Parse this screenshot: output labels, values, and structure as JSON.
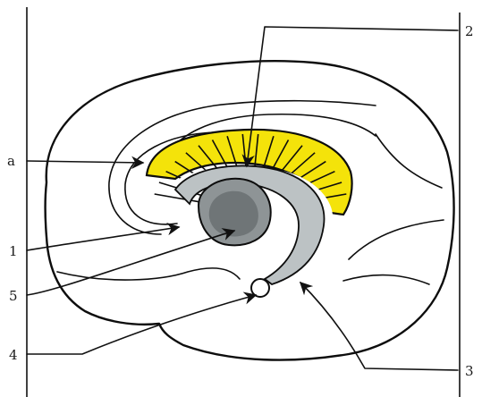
{
  "labels": {
    "a": "a",
    "one": "1",
    "two": "2",
    "three": "3",
    "four": "4",
    "five": "5"
  },
  "colors": {
    "hemisphere_fill": "#f4e30a",
    "thalamus_fill": "#8e9496",
    "fornix_fill": "#bcc2c4",
    "white": "#ffffff",
    "ink": "#0d0d0d"
  }
}
